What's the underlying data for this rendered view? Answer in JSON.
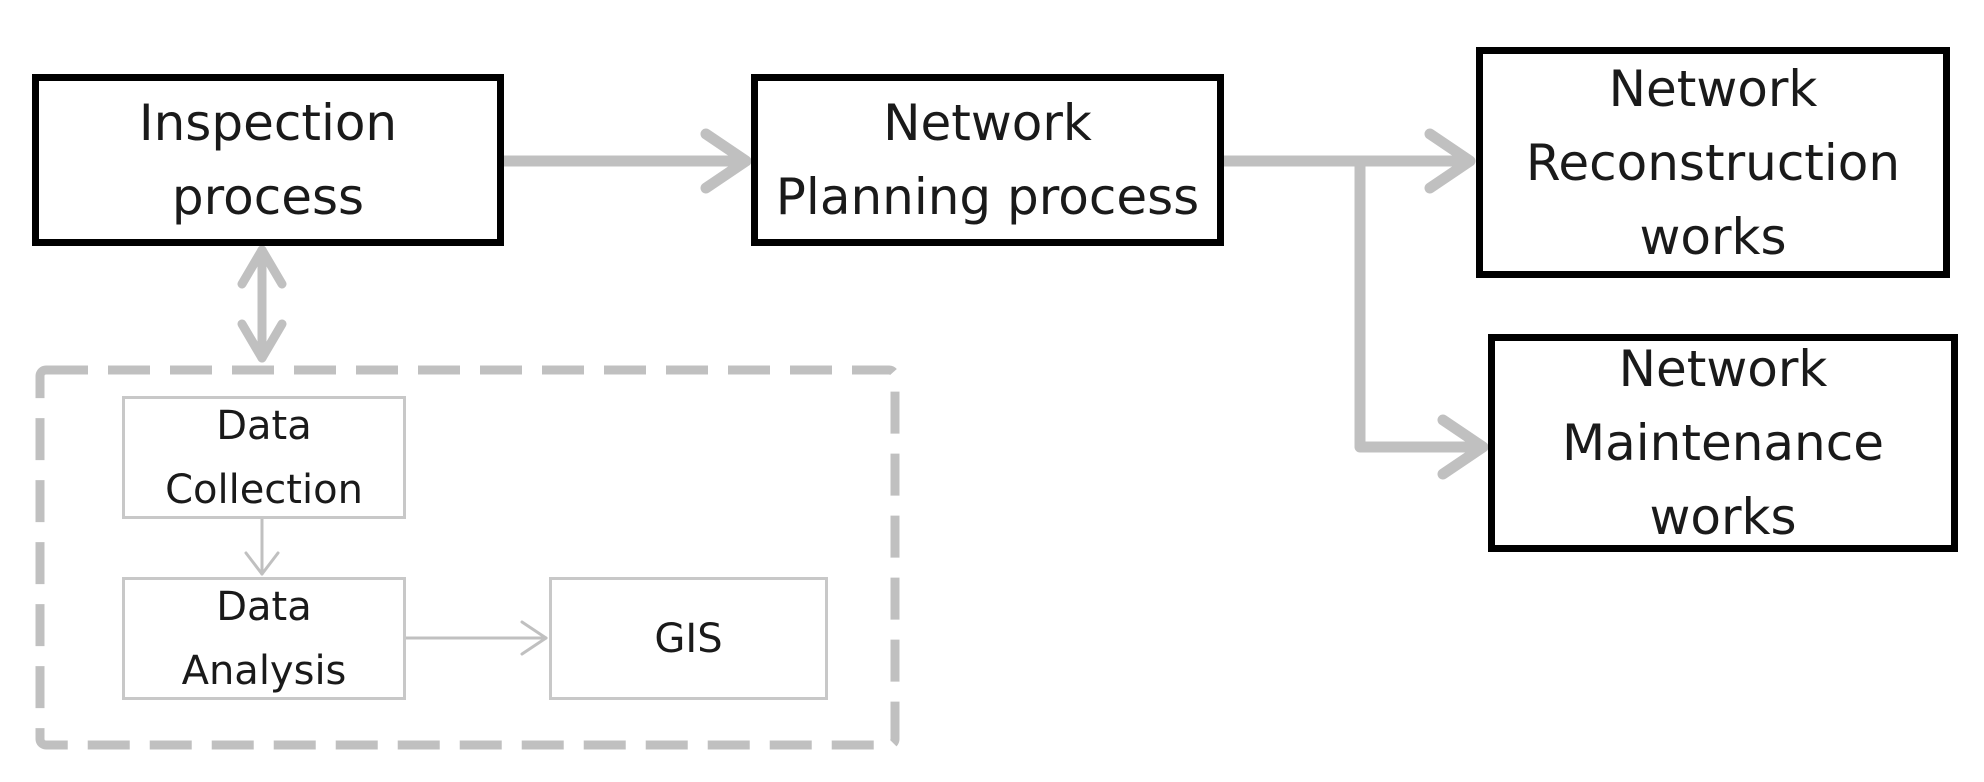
{
  "boxes": {
    "inspection": "Inspection\nprocess",
    "planning": "Network\nPlanning process",
    "reconstruction": "Network\nReconstruction\nworks",
    "maintenance": "Network\nMaintenance\nworks",
    "data_collection": "Data\nCollection",
    "data_analysis": "Data\nAnalysis",
    "gis": "GIS"
  },
  "colors": {
    "main_border": "#000000",
    "connector": "#c0c0c0",
    "sub_border": "#c8c8c8",
    "group_dash": "#c0c0c0"
  }
}
